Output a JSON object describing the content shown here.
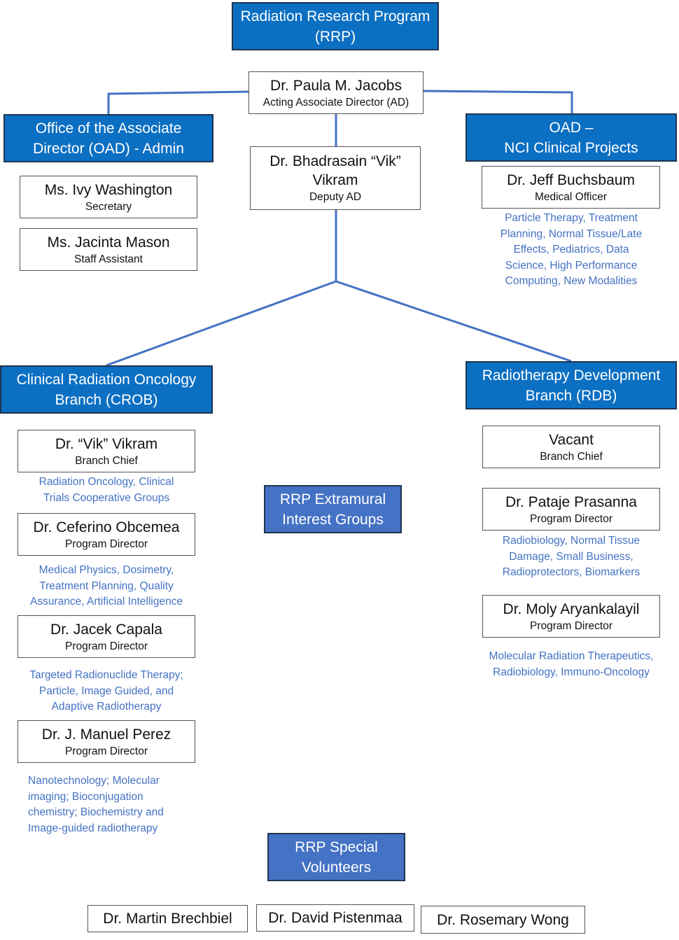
{
  "title": "Radiation Research Program (RRP)",
  "colors": {
    "header_blue": "#0b6fc2",
    "group_blue": "#4472c4",
    "connector": "#4472c4",
    "focus_text": "#4472c4"
  },
  "top": {
    "program": {
      "line1": "Radiation Research Program",
      "line2": "(RRP)"
    },
    "director": {
      "name": "Dr. Paula M. Jacobs",
      "role": "Acting Associate Director (AD)"
    },
    "deputy": {
      "name_line1": "Dr. Bhadrasain “Vik”",
      "name_line2": "Vikram",
      "role": "Deputy AD"
    }
  },
  "oad_admin": {
    "header_line1": "Office of the Associate",
    "header_line2": "Director (OAD) - Admin",
    "staff": [
      {
        "name": "Ms. Ivy Washington",
        "role": "Secretary"
      },
      {
        "name": "Ms. Jacinta Mason",
        "role": "Staff Assistant"
      }
    ]
  },
  "oad_clinical": {
    "header_line1": "OAD –",
    "header_line2": "NCI Clinical Projects",
    "staff": [
      {
        "name": "Dr. Jeff Buchsbaum",
        "role": "Medical Officer",
        "focus": [
          "Particle Therapy, Treatment",
          "Planning, Normal Tissue/Late",
          "Effects, Pediatrics, Data",
          "Science, High Performance",
          "Computing, New Modalities"
        ]
      }
    ]
  },
  "crob": {
    "header_line1": "Clinical Radiation Oncology",
    "header_line2": "Branch (CROB)",
    "staff": [
      {
        "name": "Dr. “Vik” Vikram",
        "role": "Branch Chief",
        "focus": [
          "Radiation Oncology, Clinical",
          "Trials Cooperative Groups"
        ]
      },
      {
        "name": "Dr. Ceferino Obcemea",
        "role": "Program Director",
        "focus": [
          "Medical Physics, Dosimetry,",
          "Treatment Planning, Quality",
          "Assurance, Artificial Intelligence"
        ]
      },
      {
        "name": "Dr. Jacek Capala",
        "role": "Program Director",
        "focus": [
          "Targeted Radionuclide Therapy;",
          "Particle, Image Guided, and",
          "Adaptive Radiotherapy"
        ]
      },
      {
        "name": "Dr. J. Manuel Perez",
        "role": "Program Director",
        "focus": [
          "Nanotechnology; Molecular",
          "imaging; Bioconjugation",
          "chemistry; Biochemistry and",
          "Image-guided radiotherapy"
        ]
      }
    ]
  },
  "rdb": {
    "header_line1": "Radiotherapy Development",
    "header_line2": "Branch (RDB)",
    "staff": [
      {
        "name": "Vacant",
        "role": "Branch Chief"
      },
      {
        "name": "Dr. Pataje Prasanna",
        "role": "Program Director",
        "focus": [
          "Radiobiology, Normal Tissue",
          "Damage, Small Business,",
          "Radioprotectors, Biomarkers"
        ]
      },
      {
        "name": "Dr. Moly Aryankalayil",
        "role": "Program Director",
        "focus": [
          "Molecular Radiation Therapeutics,",
          "Radiobiology, Immuno-Oncology"
        ]
      }
    ]
  },
  "extramural": {
    "line1": "RRP Extramural",
    "line2": "Interest Groups"
  },
  "volunteers": {
    "header_line1": "RRP Special",
    "header_line2": "Volunteers",
    "members": [
      "Dr. Martin Brechbiel",
      "Dr. David Pistenmaa",
      "Dr. Rosemary Wong"
    ]
  }
}
